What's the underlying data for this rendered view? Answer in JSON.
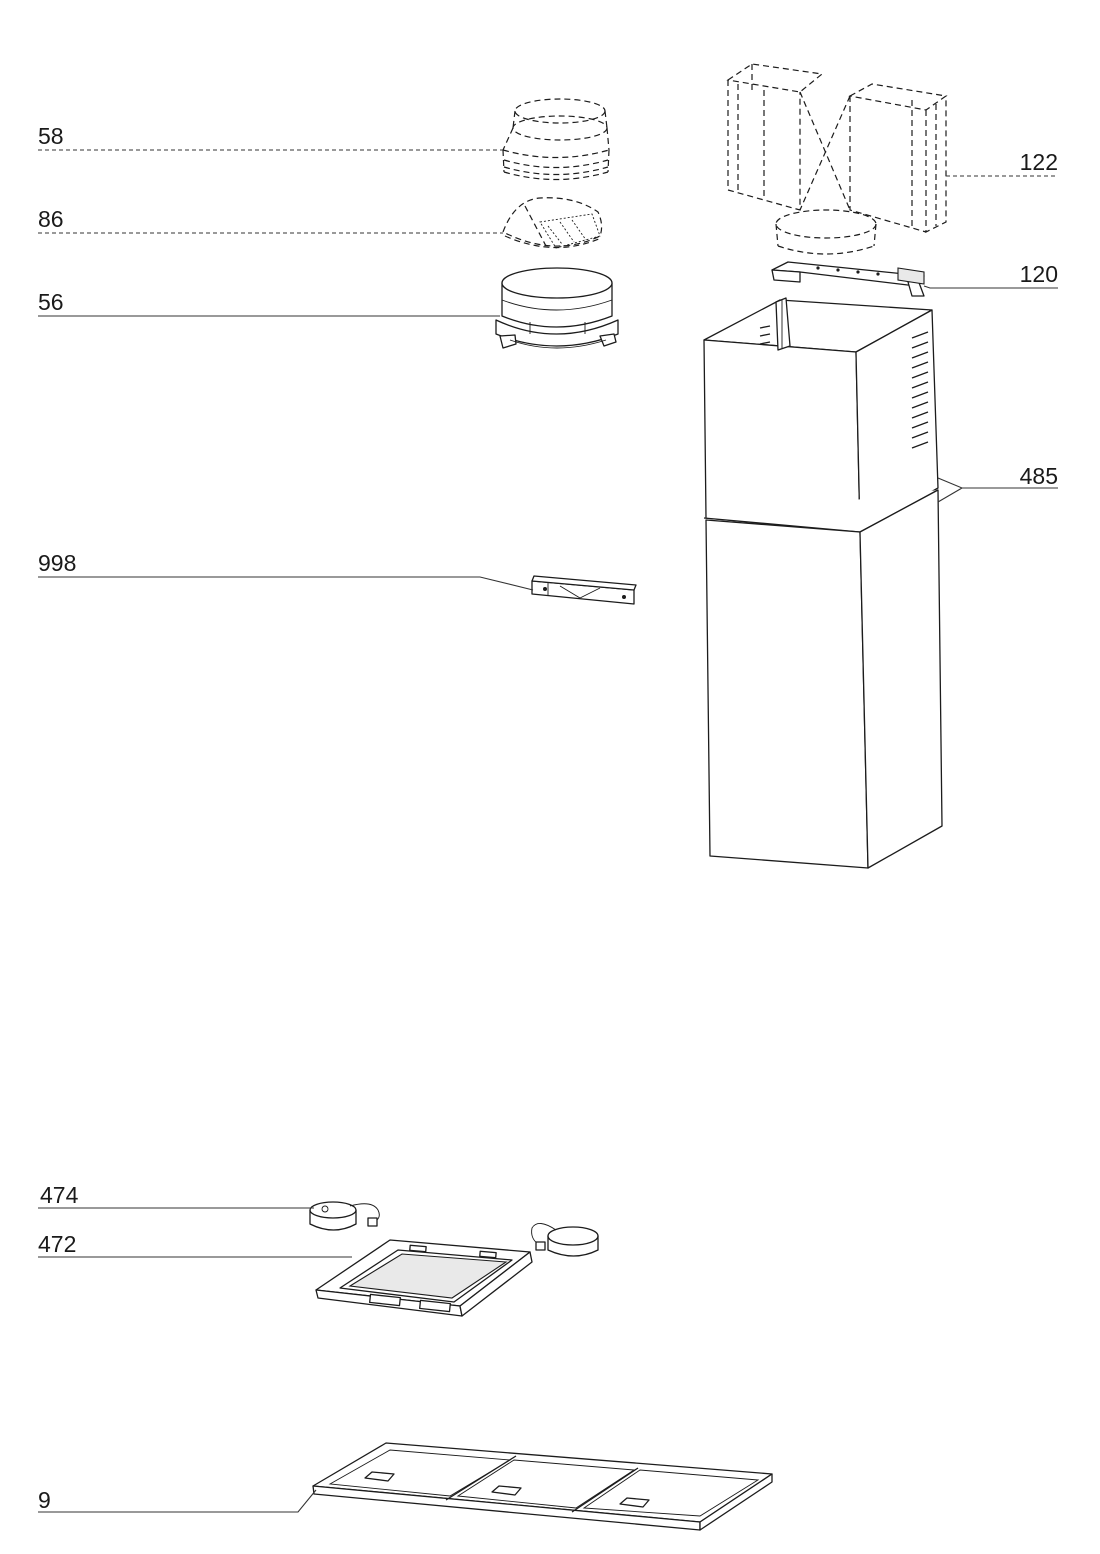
{
  "labels": {
    "p58": "58",
    "p86": "86",
    "p56": "56",
    "p998": "998",
    "p122": "122",
    "p120": "120",
    "p485": "485",
    "p474": "474",
    "p472": "472",
    "p9": "9"
  },
  "colors": {
    "line": "#1c1c1c",
    "background": "#ffffff"
  }
}
